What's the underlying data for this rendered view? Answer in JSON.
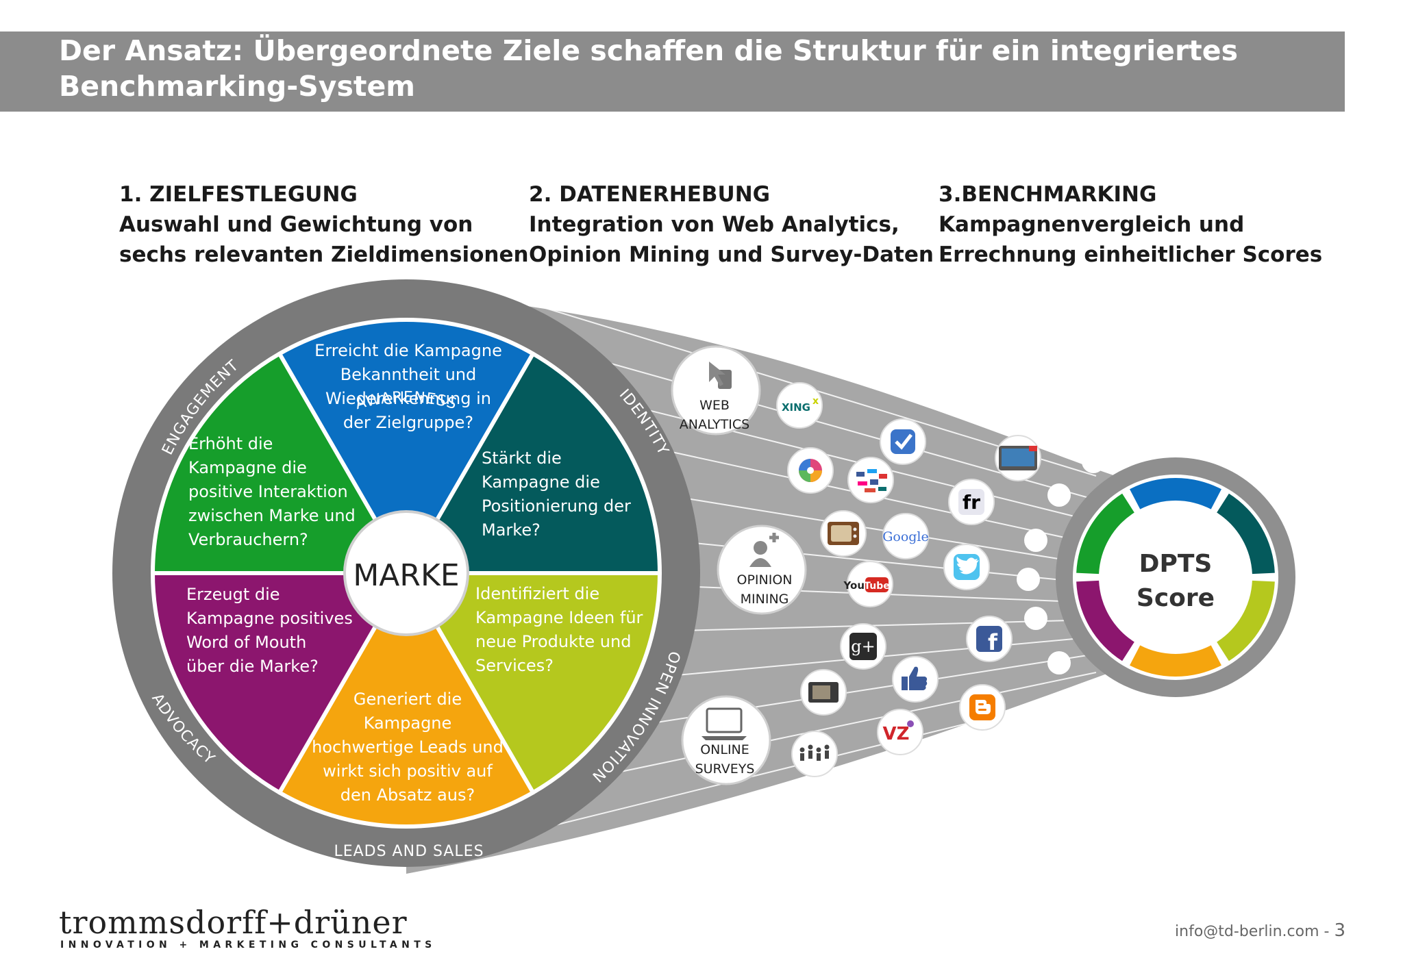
{
  "title": {
    "line1": "Der Ansatz: Übergeordnete Ziele schaffen die Struktur für ein integriertes",
    "line2": "Benchmarking-System"
  },
  "steps": [
    {
      "heading": "1. ZIELFESTLEGUNG",
      "line1": "Auswahl und Gewichtung von",
      "line2": "sechs relevanten Zieldimensionen"
    },
    {
      "heading": "2. DATENERHEBUNG",
      "line1": "Integration von Web Analytics,",
      "line2": "Opinion Mining und Survey-Daten"
    },
    {
      "heading": "3.BENCHMARKING",
      "line1": "Kampagnenvergleich und",
      "line2": "Errechnung einheitlicher Scores"
    }
  ],
  "wheel": {
    "center": "MARKE",
    "ring_labels": {
      "awareness": "AWARENESS",
      "identity": "IDENTITY",
      "open_innovation": "OPEN INNOVATION",
      "leads": "LEADS AND SALES",
      "advocacy": "ADVOCACY",
      "engagement": "ENGAGEMENT"
    },
    "segments": [
      {
        "key": "awareness",
        "color": "#0a6fc2",
        "lines": [
          "Erreicht die Kampagne",
          "Bekanntheit und",
          "Wiedererkennung in",
          "der Zielgruppe?"
        ]
      },
      {
        "key": "identity",
        "color": "#045a5c",
        "lines": [
          "Stärkt die",
          "Kampagne die",
          "Positionierung der",
          "Marke?"
        ]
      },
      {
        "key": "open_innovation",
        "color": "#b5c81e",
        "lines": [
          "Identifiziert die",
          "Kampagne Ideen für",
          "neue Produkte und",
          "Services?"
        ]
      },
      {
        "key": "leads",
        "color": "#f5a50e",
        "lines": [
          "Generiert die",
          "Kampagne",
          "hochwertige Leads und",
          "wirkt sich positiv auf",
          "den Absatz aus?"
        ]
      },
      {
        "key": "advocacy",
        "color": "#8c166e",
        "lines": [
          "Erzeugt die",
          "Kampagne positives",
          "Word of Mouth",
          "über die Marke?"
        ]
      },
      {
        "key": "engagement",
        "color": "#169e2b",
        "lines": [
          "Erhöht die",
          "Kampagne die",
          "positive Interaktion",
          "zwischen Marke und",
          "Verbrauchern?"
        ]
      }
    ]
  },
  "sources": {
    "web_analytics": [
      "WEB",
      "ANALYTICS"
    ],
    "opinion_mining": [
      "OPINION",
      "MINING"
    ],
    "online_surveys": [
      "ONLINE",
      "SURVEYS"
    ]
  },
  "icons": {
    "xing": "XING",
    "google": "Google",
    "youtube_a": "You",
    "youtube_b": "Tube",
    "gplus": "g+",
    "flickr": "fr",
    "facebook": "f",
    "vz": "VZ"
  },
  "score": {
    "line1": "DPTS",
    "line2": "Score"
  },
  "logo": {
    "main": "trommsdorff+drüner",
    "sub": "INNOVATION + MARKETING CONSULTANTS"
  },
  "footer": {
    "email": "info@td-berlin.com",
    "separator": " - ",
    "page": "3"
  }
}
